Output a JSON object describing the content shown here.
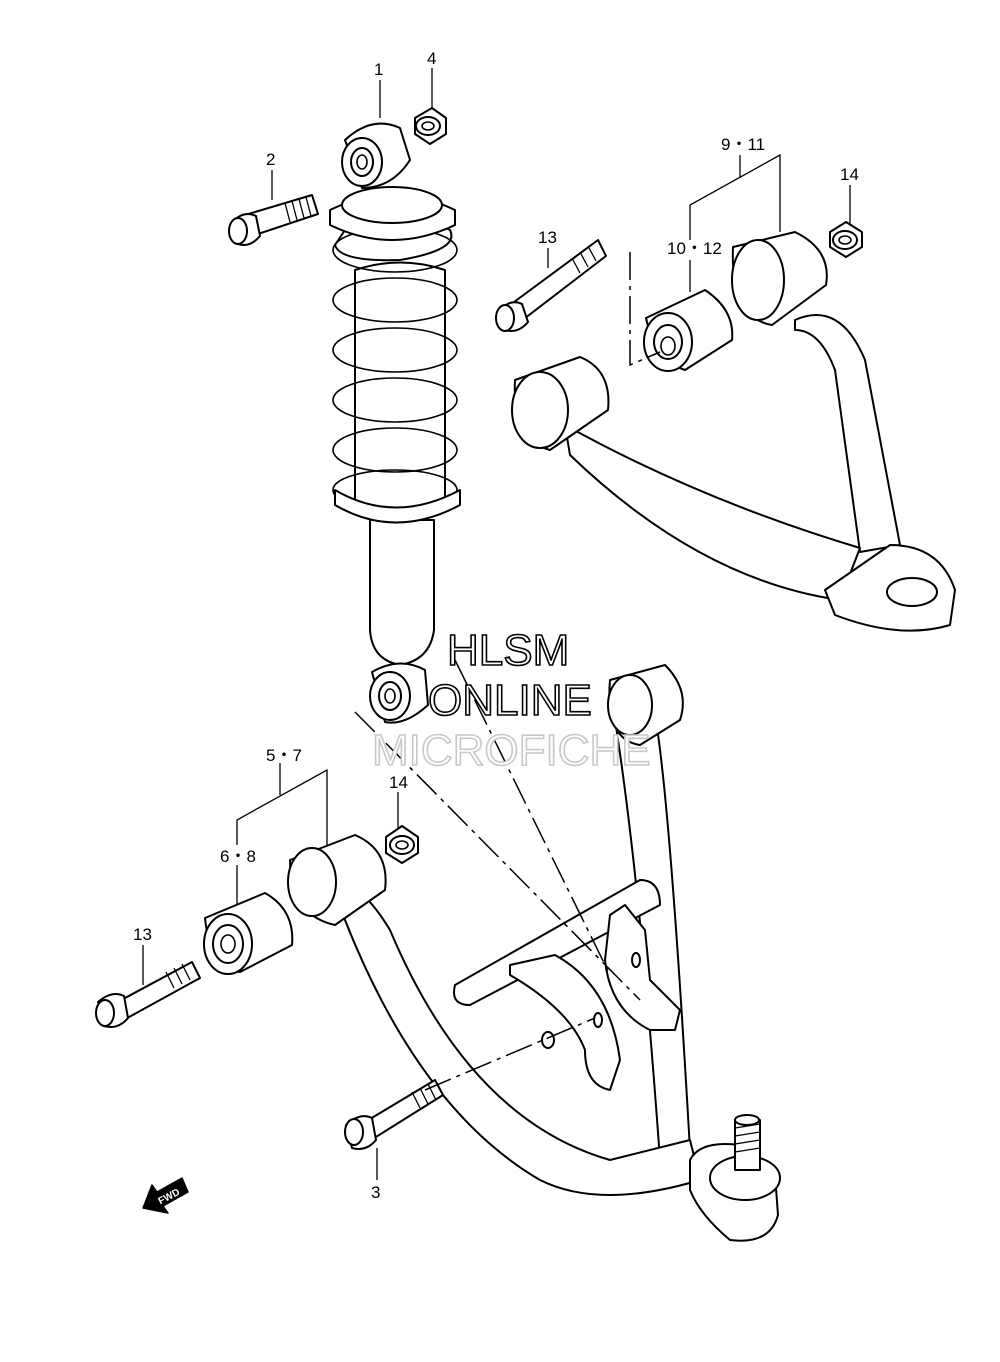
{
  "callouts": {
    "c1": "1",
    "c2": "2",
    "c3": "3",
    "c4": "4",
    "c5_7": "5・7",
    "c6_8": "6・8",
    "c9_11": "9・11",
    "c10_12": "10・12",
    "c13_upper": "13",
    "c13_lower": "13",
    "c14_upper": "14",
    "c14_lower": "14"
  },
  "watermark": {
    "line1": "HLSM",
    "line2": "ONLINE",
    "line3": "MICROFICHE"
  },
  "fwd_arrow": {
    "label": "FWD"
  }
}
